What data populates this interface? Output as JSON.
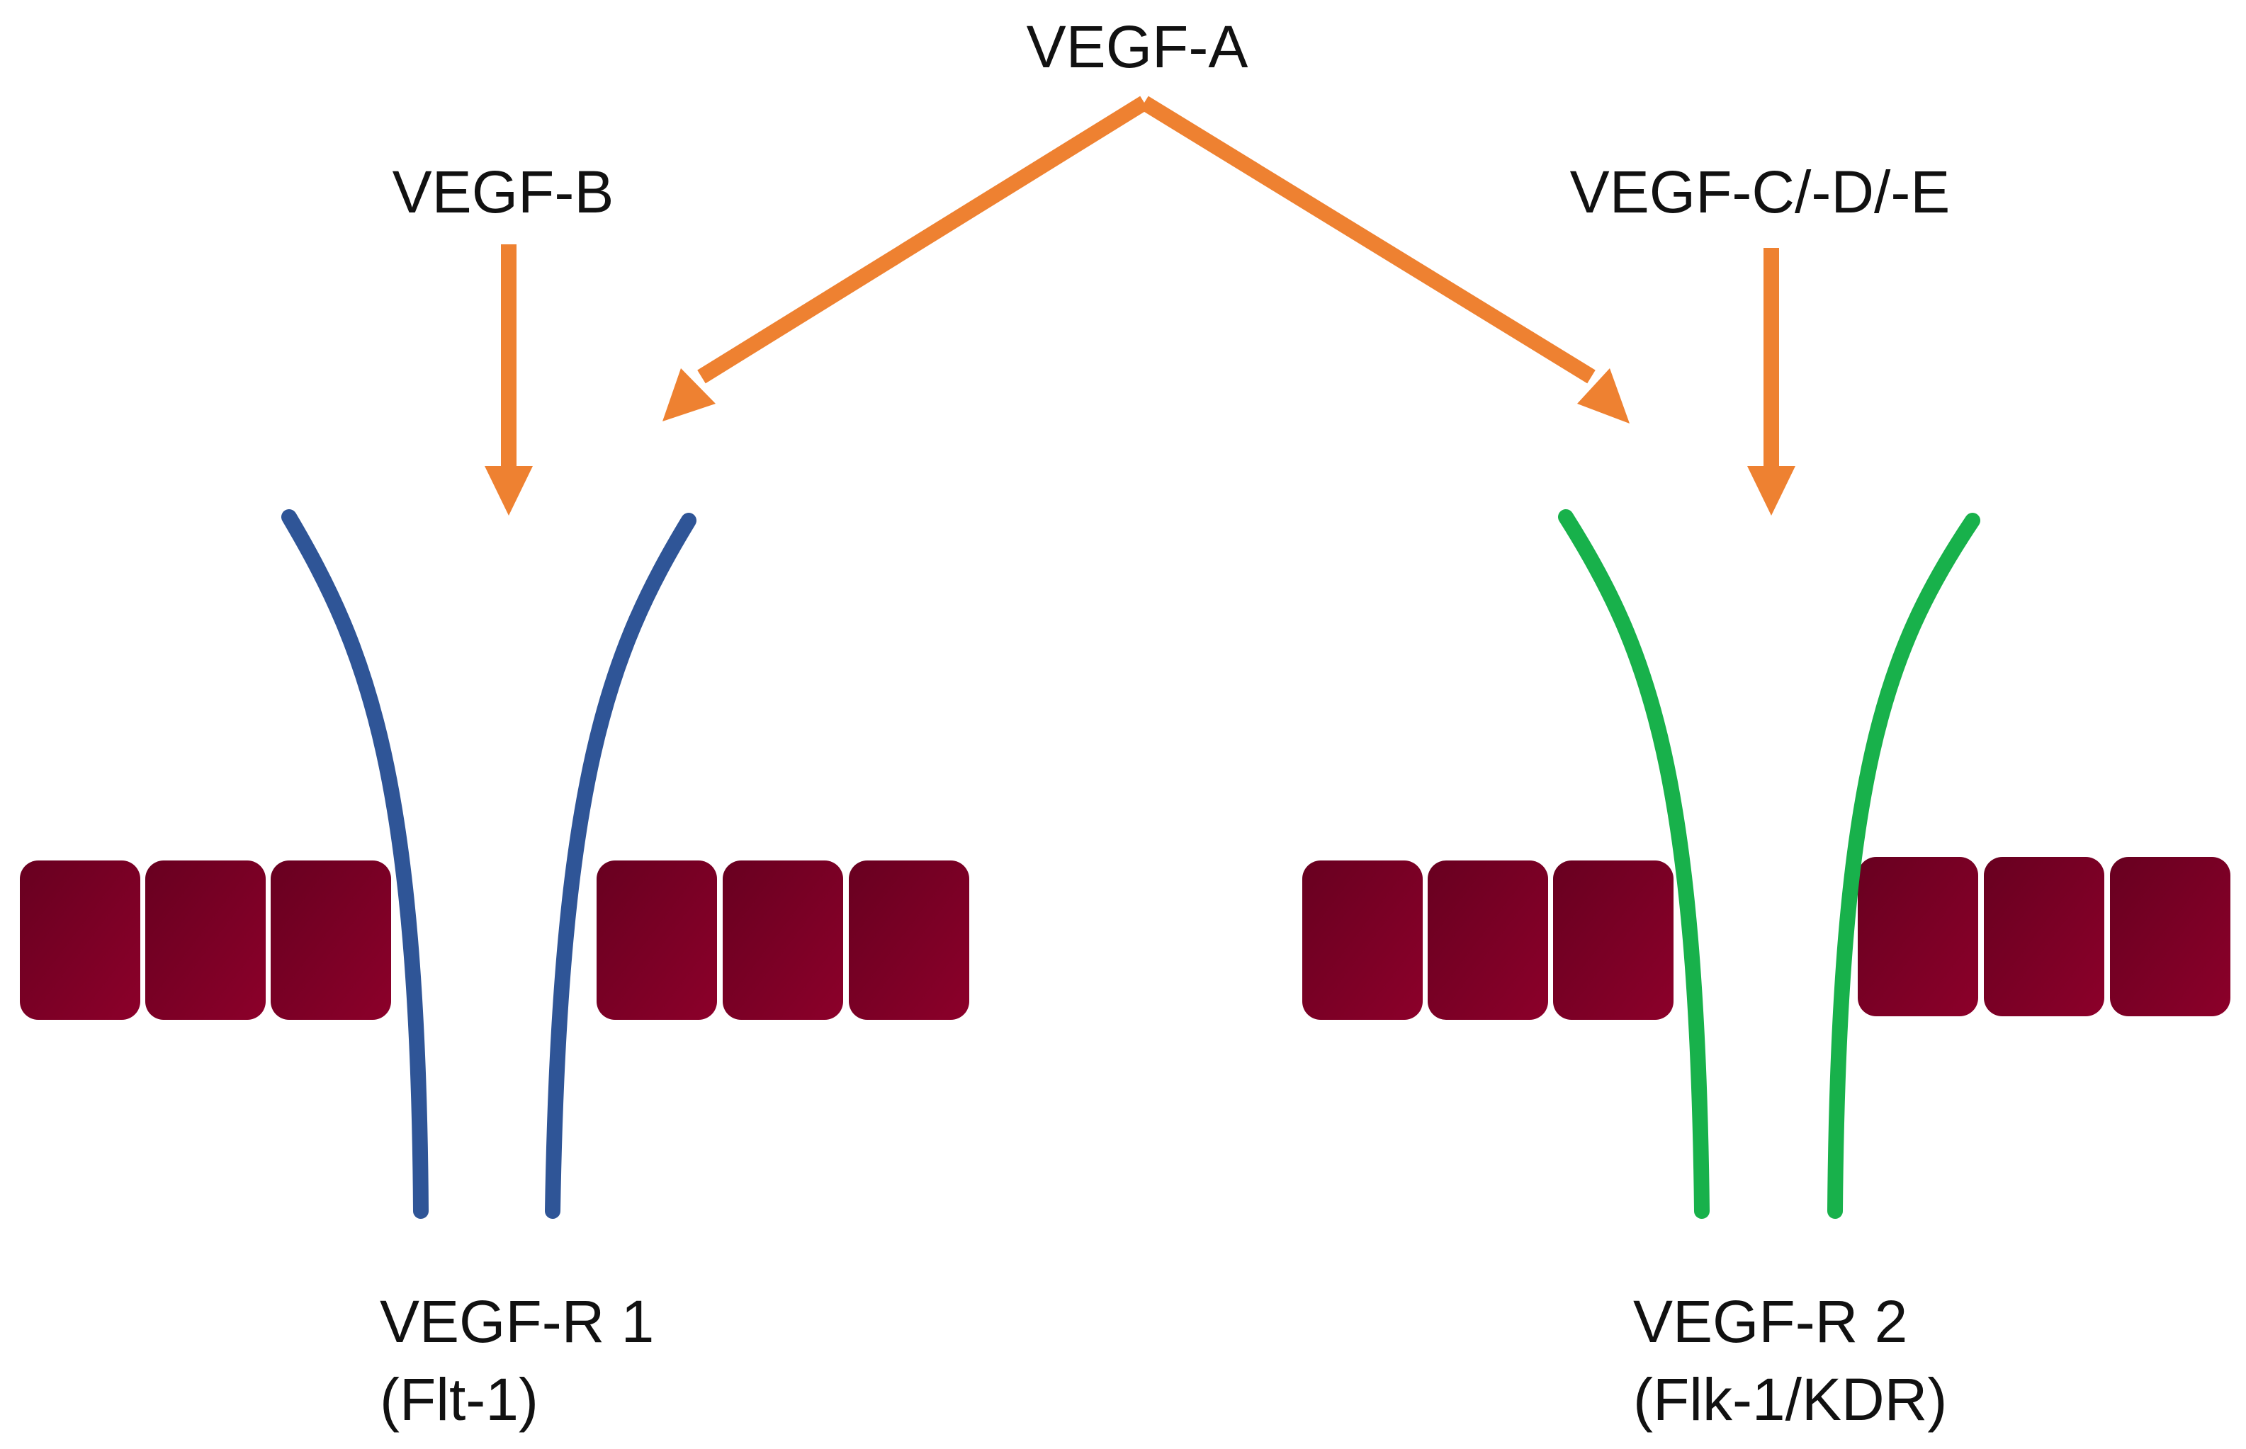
{
  "ligands": {
    "vegf_a": "VEGF-A",
    "vegf_b": "VEGF-B",
    "vegf_cde": "VEGF-C/-D/-E"
  },
  "receptors": {
    "r1": {
      "name": "VEGF-R 1",
      "alias": "(Flt-1)"
    },
    "r2": {
      "name": "VEGF-R 2",
      "alias": "(Flk-1/KDR)"
    }
  },
  "colors": {
    "arrow": "#ee8131",
    "receptor_1": "#2f5597",
    "receptor_2": "#18b14b",
    "membrane_cell": "#7d0024",
    "membrane_cell_dark": "#680020"
  }
}
